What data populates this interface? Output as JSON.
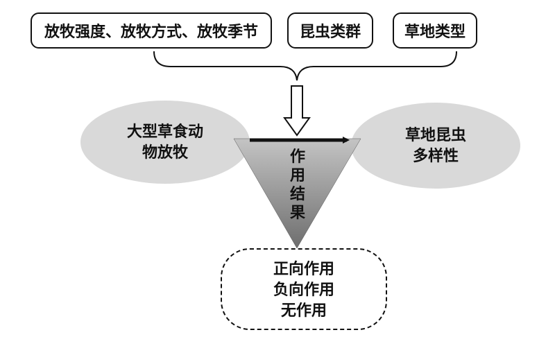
{
  "top_boxes": [
    {
      "label": "放牧强度、放牧方式、放牧季节"
    },
    {
      "label": "昆虫类群"
    },
    {
      "label": "草地类型"
    }
  ],
  "left_ellipse": {
    "line1": "大型草食动",
    "line2": "物放牧"
  },
  "right_ellipse": {
    "line1": "草地昆虫",
    "line2": "多样性"
  },
  "triangle_label": [
    "作",
    "用",
    "结",
    "果"
  ],
  "outcomes": [
    "正向作用",
    "负向作用",
    "无作用"
  ],
  "colors": {
    "ellipse_fill": "#d9d9d9",
    "triangle_gradient_top": "#c4c4c4",
    "triangle_gradient_bottom": "#6e6e6e",
    "stroke": "#111111"
  }
}
